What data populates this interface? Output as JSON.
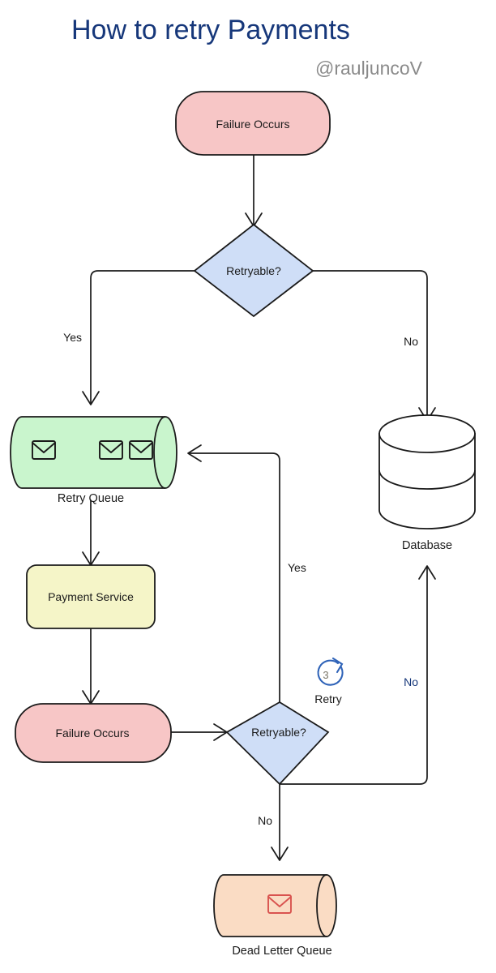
{
  "header": {
    "title": "How to retry Payments",
    "handle": "@rauljuncoV"
  },
  "colors": {
    "title": "#16377a",
    "handle": "#8a8a8a",
    "stroke": "#1a1a1a",
    "failure_fill": "#f7c6c6",
    "decision_fill": "#cfdef7",
    "retry_queue_fill": "#c9f5cd",
    "payment_service_fill": "#f5f5c8",
    "dlq_fill": "#fadcc4",
    "database_fill": "#ffffff",
    "retry_badge": "#2f63b8",
    "dlq_envelope": "#d9534f",
    "no_label_blue": "#16377a"
  },
  "nodes": [
    {
      "id": "failure-1",
      "label": "Failure Occurs",
      "shape": "pill",
      "fill": "#f7c6c6"
    },
    {
      "id": "retryable-1",
      "label": "Retryable?",
      "shape": "diamond",
      "fill": "#cfdef7"
    },
    {
      "id": "retry-queue",
      "label": "Retry Queue",
      "shape": "horizontal-cylinder",
      "fill": "#c9f5cd",
      "item_count": 3,
      "item_icon": "envelope-icon"
    },
    {
      "id": "database",
      "label": "Database",
      "shape": "database-cylinder",
      "fill": "#ffffff"
    },
    {
      "id": "payment-service",
      "label": "Payment Service",
      "shape": "rounded-rect",
      "fill": "#f5f5c8"
    },
    {
      "id": "failure-2",
      "label": "Failure Occurs",
      "shape": "pill",
      "fill": "#f7c6c6"
    },
    {
      "id": "retryable-2",
      "label": "Retryable?",
      "shape": "diamond",
      "fill": "#cfdef7"
    },
    {
      "id": "dead-letter-queue",
      "label": "Dead Letter Queue",
      "shape": "horizontal-cylinder",
      "fill": "#fadcc4",
      "item_count": 1,
      "item_icon": "envelope-icon"
    }
  ],
  "edges": [
    {
      "id": "failure1-to-retryable1",
      "from": "failure-1",
      "to": "retryable-1",
      "label": ""
    },
    {
      "id": "retryable1-yes",
      "from": "retryable-1",
      "to": "retry-queue",
      "label": "Yes"
    },
    {
      "id": "retryable1-no",
      "from": "retryable-1",
      "to": "database",
      "label": "No"
    },
    {
      "id": "queue-to-service",
      "from": "retry-queue",
      "to": "payment-service",
      "label": ""
    },
    {
      "id": "service-to-failure2",
      "from": "payment-service",
      "to": "failure-2",
      "label": ""
    },
    {
      "id": "failure2-to-retryable2",
      "from": "failure-2",
      "to": "retryable-2",
      "label": ""
    },
    {
      "id": "retryable2-yes",
      "from": "retryable-2",
      "to": "retry-queue",
      "label": "Yes"
    },
    {
      "id": "retryable2-no-dlq",
      "from": "retryable-2",
      "to": "dead-letter-queue",
      "label": "No"
    },
    {
      "id": "retryable2-no-database",
      "from": "retryable-2",
      "to": "database",
      "label": "No"
    }
  ],
  "badge": {
    "count": "3",
    "label": "Retry",
    "icon": "retry-circular-arrow-icon"
  },
  "labels": {
    "yes_top": "Yes",
    "no_top": "No",
    "yes_loop": "Yes",
    "no_bottom": "No",
    "no_right": "No"
  }
}
